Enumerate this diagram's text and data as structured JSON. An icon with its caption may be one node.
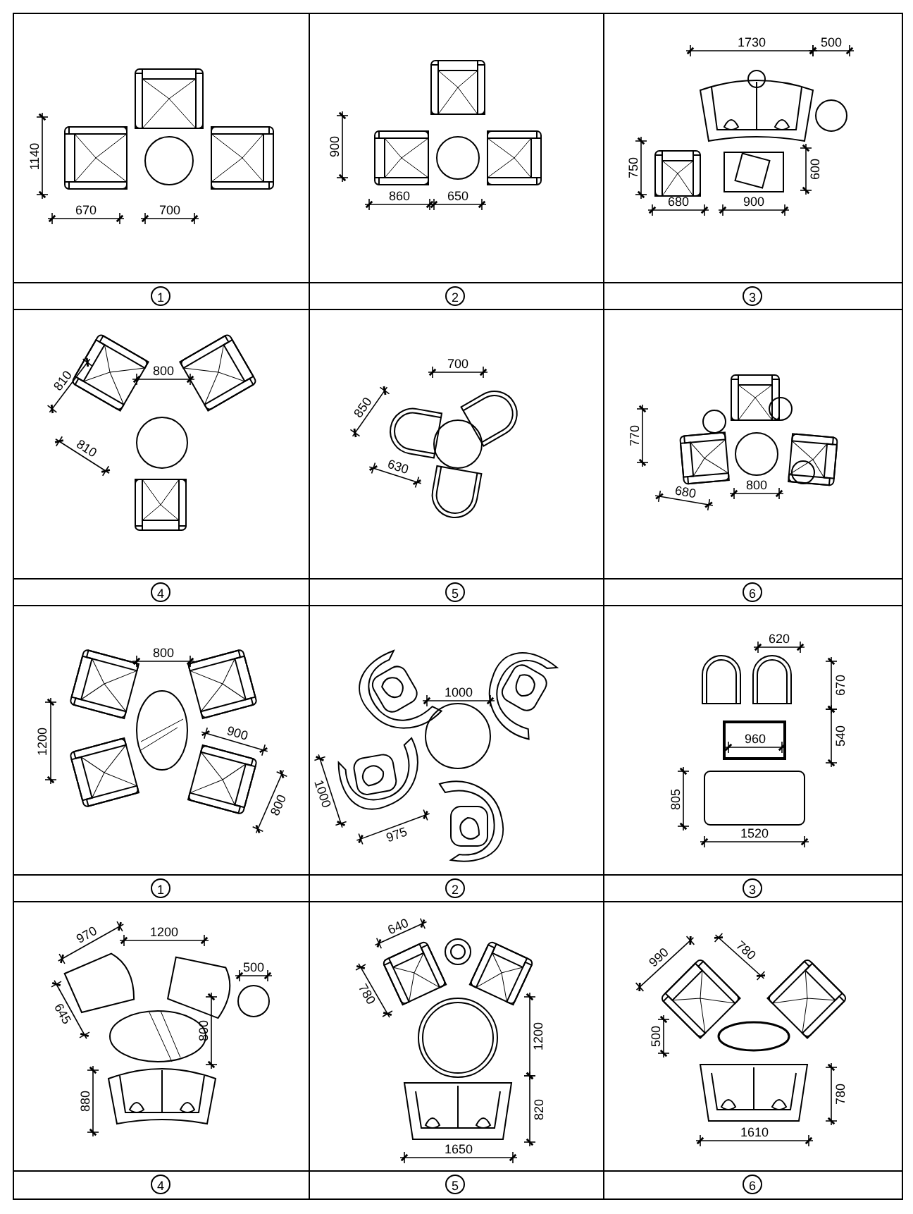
{
  "diagram": {
    "labels": [
      "1140",
      "670",
      "700",
      "900",
      "860",
      "650",
      "1730",
      "500",
      "750",
      "600",
      "680",
      "900",
      "1",
      "2",
      "3",
      "810",
      "800",
      "810",
      "700",
      "850",
      "630",
      "770",
      "680",
      "800",
      "4",
      "5",
      "6",
      "800",
      "1200",
      "900",
      "800",
      "1000",
      "1000",
      "975",
      "620",
      "670",
      "960",
      "540",
      "805",
      "1520",
      "1",
      "2",
      "3",
      "970",
      "1200",
      "645",
      "500",
      "800",
      "880",
      "640",
      "780",
      "1200",
      "820",
      "1650",
      "990",
      "780",
      "500",
      "780",
      "1610",
      "4",
      "5",
      "6"
    ]
  }
}
